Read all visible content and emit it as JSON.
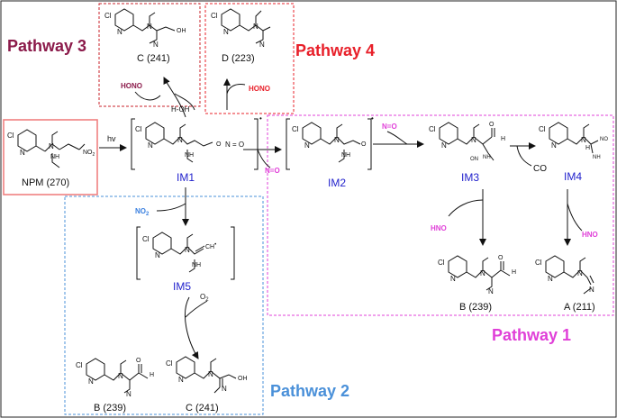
{
  "pathways": {
    "p1": "Pathway 1",
    "p2": "Pathway 2",
    "p3": "Pathway 3",
    "p4": "Pathway 4"
  },
  "compounds": {
    "npm": "NPM (270)",
    "c_top": "C (241)",
    "d": "D (223)",
    "b_p1": "B (239)",
    "a": "A (211)",
    "b_p2": "B (239)",
    "c_p2": "C (241)"
  },
  "intermediates": {
    "im1": "IM1",
    "im2": "IM2",
    "im3": "IM3",
    "im4": "IM4",
    "im5": "IM5"
  },
  "reagents": {
    "hv": "hv",
    "hono_p3": "HONO",
    "hoh": "H-OH",
    "hono_p4": "HONO",
    "no_rad": "N=O",
    "no_im2": "N=O",
    "co": "CO",
    "hno_1": "HNO",
    "hno_2": "HNO",
    "no2": "NO",
    "no2_sub": "2",
    "o2": "O",
    "o2_sub": "2"
  },
  "atoms": {
    "cl": "Cl",
    "n": "N",
    "nh": "NH",
    "no2": "NO",
    "no2_sub": "2",
    "oh": "OH",
    "o": "O",
    "h": "H",
    "on": "ON",
    "ch": "CH",
    "o_n_o": "O",
    "eq_o": "O"
  },
  "colors": {
    "pathway1": "#e040d8",
    "pathway2": "#4a90d9",
    "pathway3": "#8b1a4a",
    "pathway4": "#e8202a",
    "intermediate": "#2222cc",
    "npm_box": "#f08080",
    "reagent_hono": "#8b1a4a",
    "reagent_hono4": "#e8202a",
    "reagent_no": "#e040d8",
    "reagent_no2": "#3a80e0",
    "reagent_hno": "#e040d8"
  }
}
